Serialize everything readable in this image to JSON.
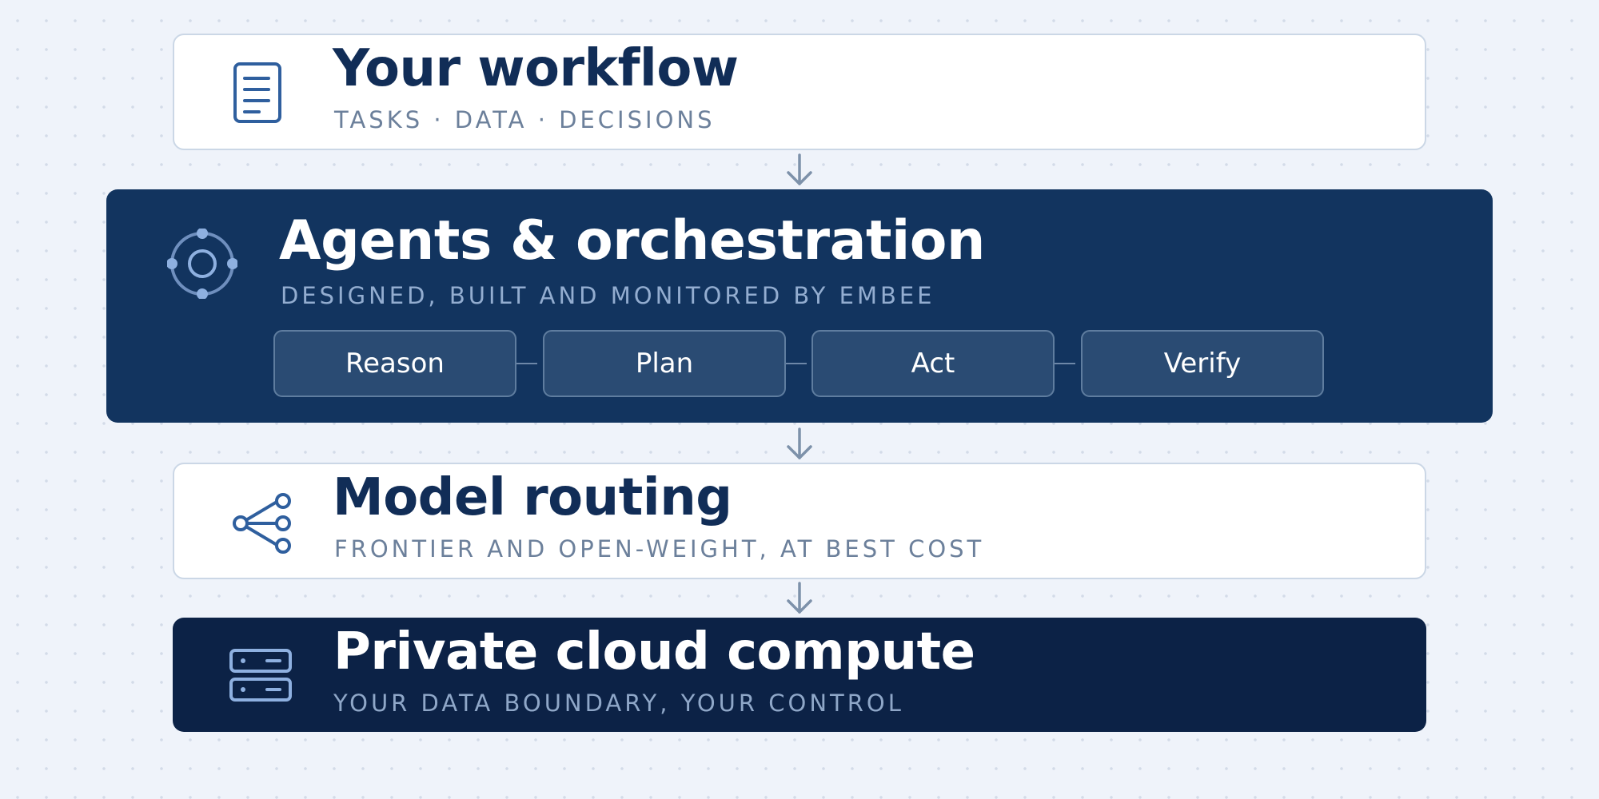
{
  "layers": {
    "workflow": {
      "title": "Your workflow",
      "subtitle": "TASKS · DATA · DECISIONS",
      "icon": "document-icon"
    },
    "agents": {
      "title": "Agents & orchestration",
      "subtitle": "DESIGNED, BUILT AND MONITORED BY EMBEE",
      "icon": "orbit-icon",
      "steps": [
        "Reason",
        "Plan",
        "Act",
        "Verify"
      ]
    },
    "routing": {
      "title": "Model routing",
      "subtitle": "FRONTIER AND OPEN-WEIGHT, AT BEST COST",
      "icon": "branch-network-icon"
    },
    "compute": {
      "title": "Private cloud compute",
      "subtitle": "YOUR DATA BOUNDARY, YOUR CONTROL",
      "icon": "server-icon"
    }
  },
  "colors": {
    "background": "#eff3fa",
    "light_card": "#ffffff",
    "light_border": "#cbd7e6",
    "mid_card": "#12345f",
    "dark_card": "#0c2246",
    "step_fill": "#2a4b73",
    "heading_dark": "#112d57",
    "accent_blue": "#2f5f9e",
    "arrow": "#7d91aa"
  }
}
